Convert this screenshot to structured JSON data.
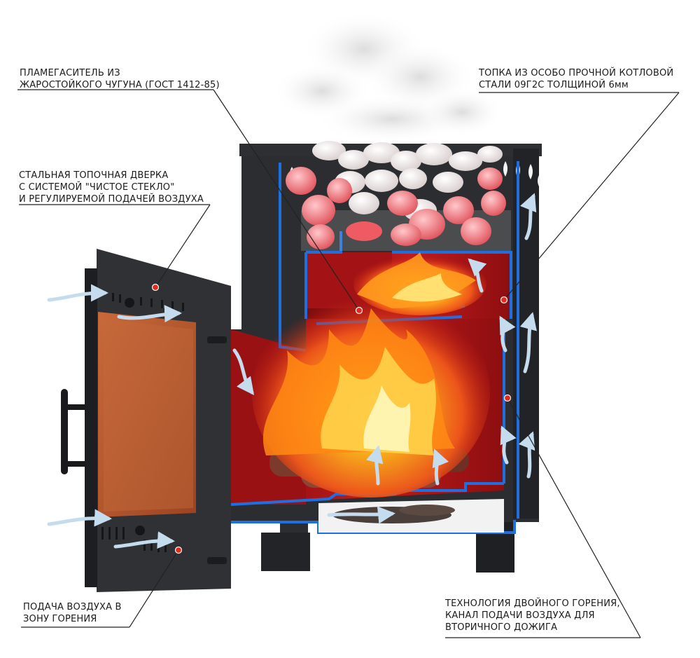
{
  "callouts": {
    "flame_damper": {
      "lines": [
        "ПЛАМЕГАСИТЕЛЬ ИЗ",
        "ЖАРОСТОЙКОГО ЧУГУНА (ГОСТ 1412-85)"
      ]
    },
    "steel_door": {
      "lines": [
        "СТАЛЬНАЯ ТОПОЧНАЯ ДВЕРКА",
        "С СИСТЕМОЙ \"ЧИСТОЕ СТЕКЛО\"",
        "И РЕГУЛИРУЕМОЙ ПОДАЧЕЙ ВОЗДУХА"
      ]
    },
    "air_supply": {
      "lines": [
        "ПОДАЧА ВОЗДУХА В",
        "ЗОНУ ГОРЕНИЯ"
      ]
    },
    "firebox": {
      "lines": [
        "ТОПКА ИЗ ОСОБО ПРОЧНОЙ КОТЛОВОЙ",
        "СТАЛИ 09Г2С ТОЛЩИНОЙ 6мм"
      ]
    },
    "double_burn": {
      "lines": [
        "ТЕХНОЛОГИЯ ДВОЙНОГО ГОРЕНИЯ,",
        "КАНАЛ ПОДАЧИ ВОЗДУХА ДЛЯ",
        "ВТОРИЧНОГО ДОЖИГА"
      ]
    }
  },
  "colors": {
    "steel": "#2b2d30",
    "steel_dark": "#1b1c1e",
    "firebox_red": "#b3161a",
    "liner_blue": "#1f6fe0",
    "stone_pink": "#f08a8f",
    "stone_white": "#f2ecec",
    "glass": "#b8582e",
    "air_arrow": "#bcd8ee",
    "marker": "#e32a1d"
  }
}
